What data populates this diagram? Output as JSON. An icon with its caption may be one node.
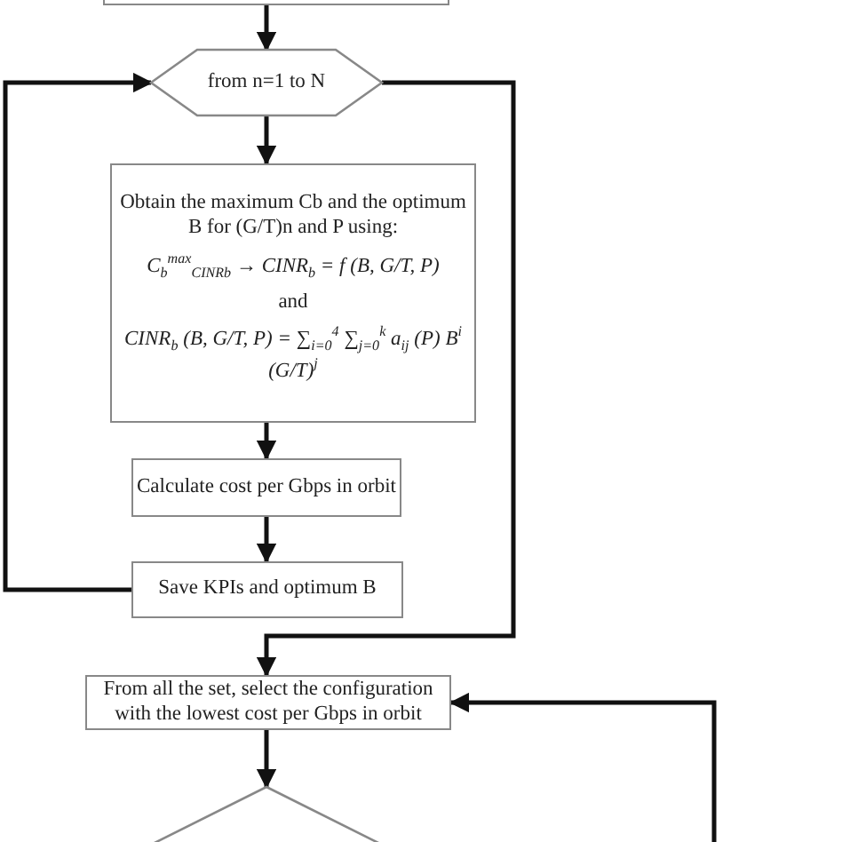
{
  "diagram": {
    "nodes": [
      {
        "text": [],
        "shape": "box"
      },
      {
        "text": [
          "from n=1 to N"
        ]
      },
      {
        "text": [
          "Obtain the maximum Cb and the optimum B for (G/T)n and P using:",
          "C$_{b}$$^{max}$$_{CINRb}$ → CINR$_{b}$ = f (B, G/T, P)",
          "and",
          "CINR$_{b}$ (B, G/T, P) = ∑$_{i=0}$$^{4}$ ∑$_{j=0}$$^{k}$ a$_{ij}$ (P) B$^{i}$ (G/T)$^{j}$"
        ]
      },
      {
        "text": [
          "Calculate cost per Gbps in orbit"
        ]
      },
      {
        "text": [
          "Save KPIs and optimum B"
        ]
      },
      {
        "text": [
          "From all the set, select the configuration with the lowest cost per Gbps in orbit"
        ]
      },
      {
        "text": [],
        "shape": "diamond"
      }
    ],
    "edges": [
      {
        "from": 0,
        "to": 1,
        "arrow": "to"
      },
      {
        "from": 1,
        "to": 2,
        "arrow": "to"
      },
      {
        "from": 2,
        "to": 3,
        "arrow": "to"
      },
      {
        "from": 3,
        "to": 4,
        "arrow": "to"
      },
      {
        "from": 4,
        "to": 1,
        "arrow": "to"
      },
      {
        "from": 1,
        "to": 5,
        "arrow": "to"
      },
      {
        "from": 5,
        "to": 6,
        "arrow": "to"
      },
      {
        "from": null,
        "to": 5,
        "arrow": "to"
      }
    ]
  }
}
